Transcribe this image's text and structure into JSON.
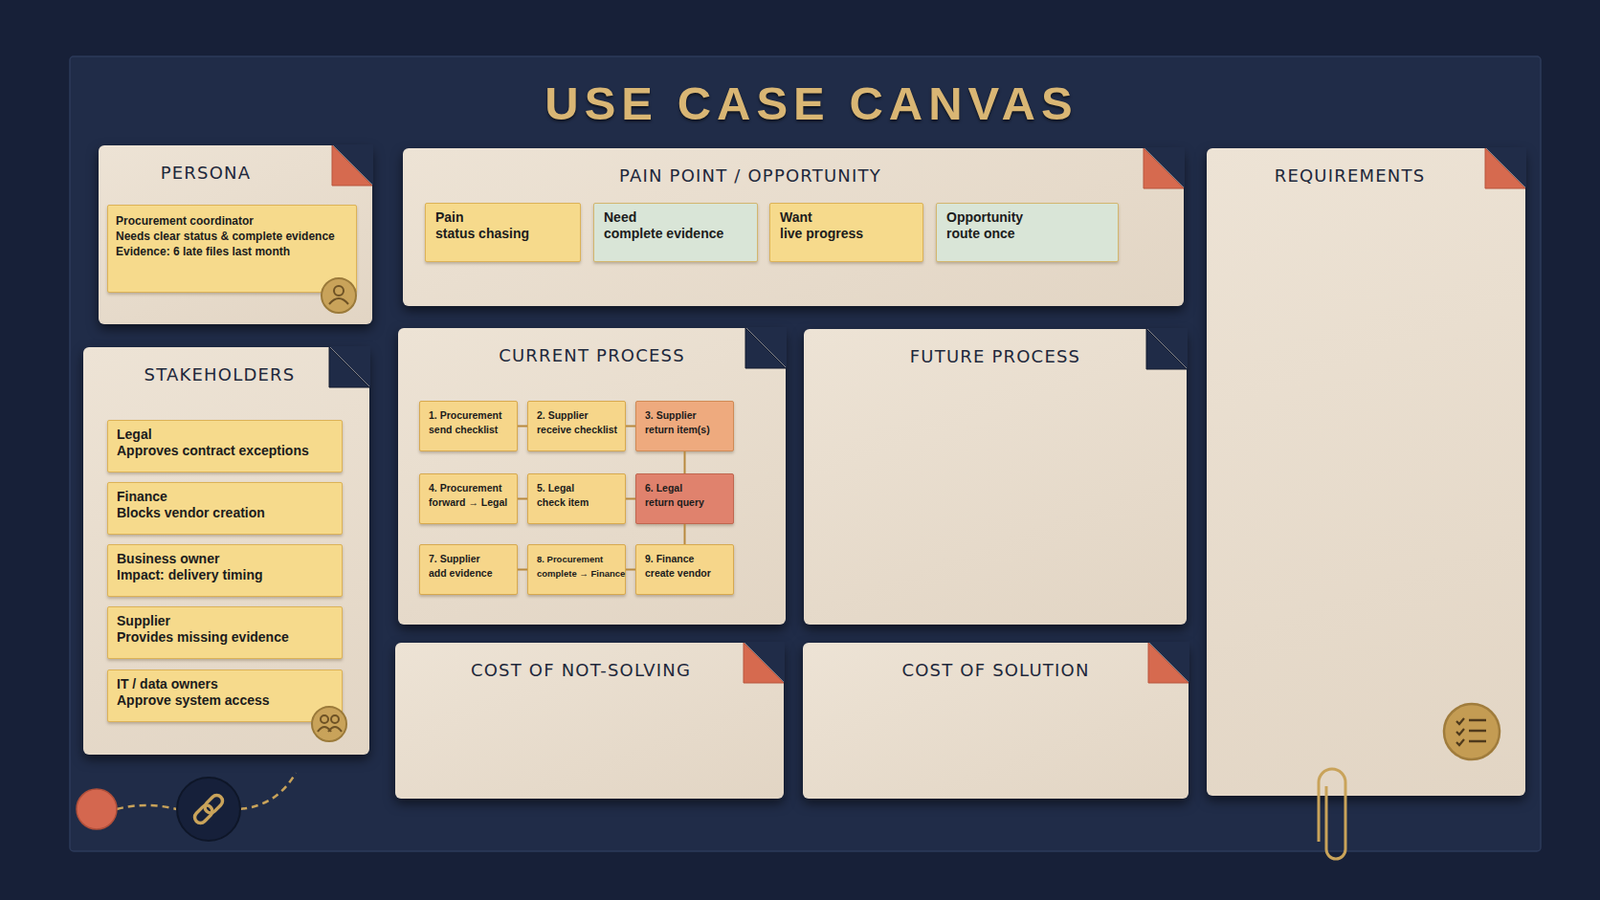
{
  "diagram": {
    "title": "USE CASE CANVAS",
    "nodes": [
      {
        "text": [
          "PERSONA"
        ]
      },
      {
        "text": [
          "Procurement coordinator",
          "Needs clear status & complete evidence",
          "Evidence: 6 late files last month"
        ],
        "in": 0
      },
      {
        "text": [
          "PAIN POINT / OPPORTUNITY"
        ]
      },
      {
        "text": [
          "Pain",
          "status chasing"
        ],
        "in": 2
      },
      {
        "text": [
          "Need",
          "complete evidence"
        ],
        "in": 2
      },
      {
        "text": [
          "Want",
          "live progress"
        ],
        "in": 2
      },
      {
        "text": [
          "Opportunity",
          "route once"
        ],
        "in": 2
      },
      {
        "text": [
          "REQUIREMENTS"
        ]
      },
      {
        "text": [
          "STAKEHOLDERS"
        ]
      },
      {
        "text": [
          "Legal",
          "Approves contract exceptions"
        ],
        "in": 8
      },
      {
        "text": [
          "Finance",
          "Blocks vendor creation"
        ],
        "in": 8
      },
      {
        "text": [
          "Business owner",
          "Impact: delivery timing"
        ],
        "in": 8
      },
      {
        "text": [
          "Supplier",
          "Provides missing evidence"
        ],
        "in": 8
      },
      {
        "text": [
          "IT / data owners",
          "Approve system access"
        ],
        "in": 8
      },
      {
        "text": [
          "CURRENT PROCESS"
        ]
      },
      {
        "text": [
          "1. Procurement",
          "send checklist"
        ],
        "in": 14
      },
      {
        "text": [
          "2. Supplier",
          "receive checklist"
        ],
        "in": 14
      },
      {
        "text": [
          "3. Supplier",
          "return item(s)"
        ],
        "in": 14
      },
      {
        "text": [
          "4. Procurement",
          "forward → Legal"
        ],
        "in": 14
      },
      {
        "text": [
          "5. Legal",
          "check item"
        ],
        "in": 14
      },
      {
        "text": [
          "6. Legal",
          "return query"
        ],
        "in": 14
      },
      {
        "text": [
          "7. Supplier",
          "add evidence"
        ],
        "in": 14
      },
      {
        "text": [
          "8. Procurement",
          "complete → Finance"
        ],
        "in": 14
      },
      {
        "text": [
          "9. Finance",
          "create vendor"
        ],
        "in": 14
      },
      {
        "text": [
          "FUTURE PROCESS"
        ]
      },
      {
        "text": [
          "COST OF NOT-SOLVING"
        ]
      },
      {
        "text": [
          "COST OF SOLUTION"
        ]
      }
    ],
    "edges": [
      {
        "from": 15,
        "to": 16,
        "arrow": "none"
      },
      {
        "from": 16,
        "to": 17,
        "arrow": "none"
      },
      {
        "from": 17,
        "to": 20,
        "arrow": "none"
      },
      {
        "from": 18,
        "to": 19,
        "arrow": "none"
      },
      {
        "from": 19,
        "to": 20,
        "arrow": "none"
      },
      {
        "from": 20,
        "to": 23,
        "arrow": "none"
      },
      {
        "from": 21,
        "to": 22,
        "arrow": "none"
      },
      {
        "from": 22,
        "to": 23,
        "arrow": "none"
      }
    ]
  }
}
